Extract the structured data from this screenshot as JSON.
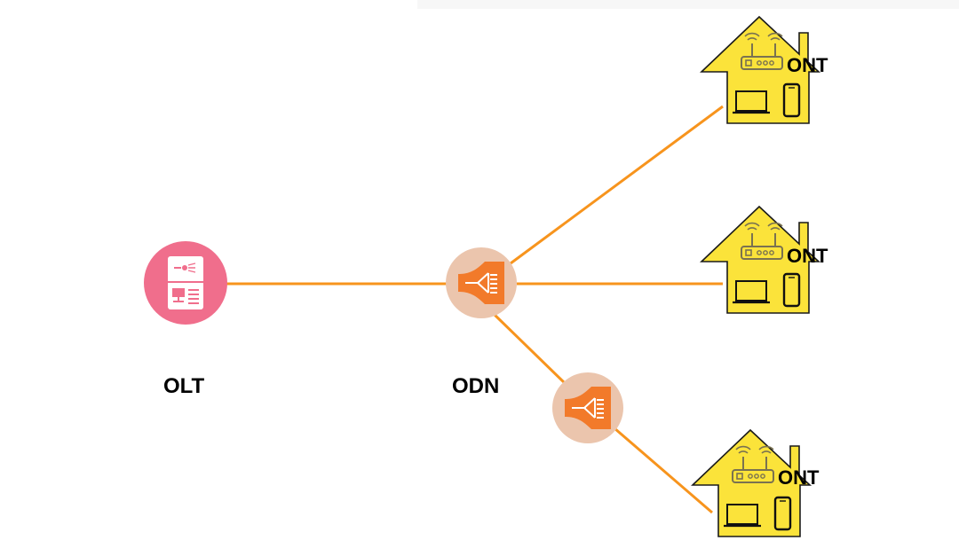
{
  "diagram": {
    "title": "PON network topology",
    "colors": {
      "link": "#f7941d",
      "olt_bg": "#f06e8c",
      "splitter_bg": "#ebc5ad",
      "splitter_icon": "#f27a2a",
      "house_fill": "#fbe33a",
      "house_stroke": "#1a1a1a",
      "label": "#000000"
    },
    "nodes": {
      "olt": {
        "label": "OLT",
        "icon": "olt-server-icon"
      },
      "odn": {
        "label": "ODN",
        "icon": "optical-splitter-icon"
      },
      "splitter2": {
        "label": "",
        "icon": "optical-splitter-icon"
      },
      "ont": [
        {
          "label": "ONT",
          "icon": "house-icon"
        },
        {
          "label": "ONT",
          "icon": "house-icon"
        },
        {
          "label": "ONT",
          "icon": "house-icon"
        }
      ]
    },
    "links": [
      {
        "from": "OLT",
        "to": "ODN"
      },
      {
        "from": "ODN",
        "to": "ONT 1"
      },
      {
        "from": "ODN",
        "to": "ONT 2"
      },
      {
        "from": "ODN",
        "to": "Splitter 2"
      },
      {
        "from": "Splitter 2",
        "to": "ONT 3"
      }
    ]
  }
}
